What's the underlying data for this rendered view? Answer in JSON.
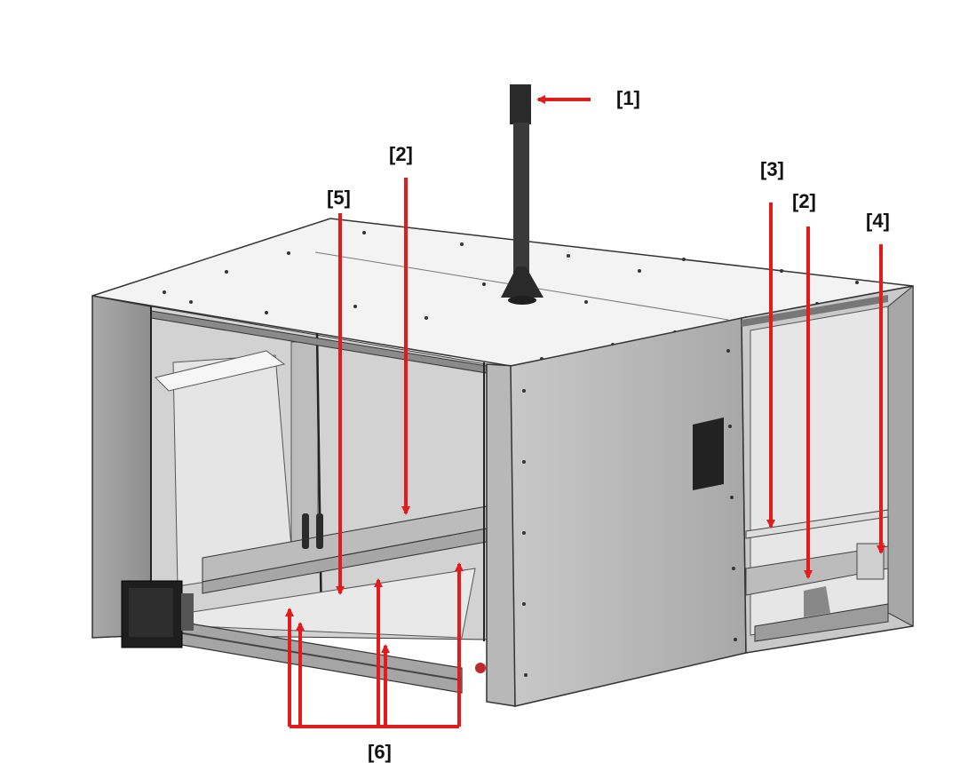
{
  "callouts": [
    {
      "id": "c1",
      "text": "[1]"
    },
    {
      "id": "c2a",
      "text": "[2]"
    },
    {
      "id": "c5",
      "text": "[5]"
    },
    {
      "id": "c3",
      "text": "[3]"
    },
    {
      "id": "c2b",
      "text": "[2]"
    },
    {
      "id": "c4",
      "text": "[4]"
    },
    {
      "id": "c6",
      "text": "[6]"
    }
  ],
  "colors": {
    "arrow": "#e41b1b",
    "panel_dark": "#9d9d9d",
    "panel_mid": "#b9b9b9",
    "panel_light": "#d4d4d4",
    "top": "#f2f2f2",
    "frame": "#3a3a3a"
  },
  "icons": {
    "arrow": "red-arrow-icon",
    "screw": "screw-dot-icon",
    "motor": "stepper-motor-icon"
  }
}
